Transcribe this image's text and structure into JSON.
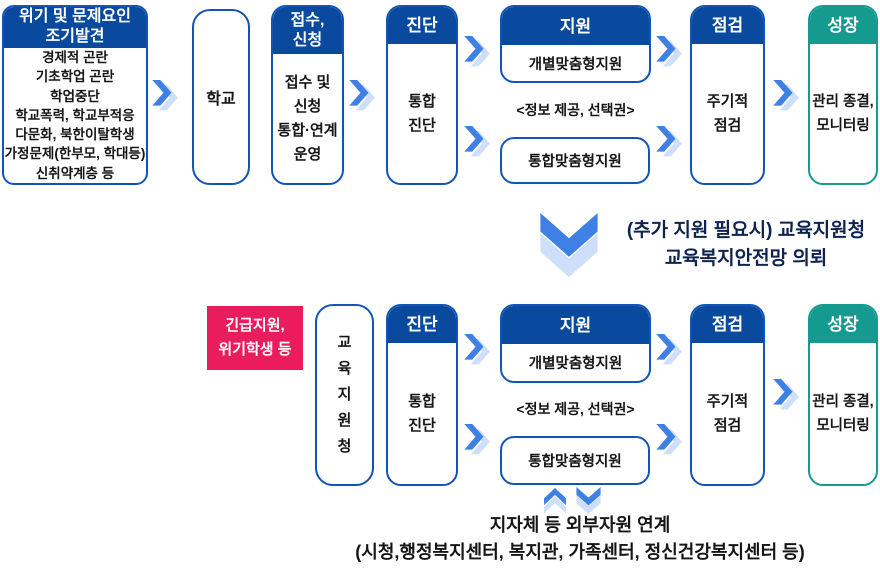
{
  "colors": {
    "header_blue": "#0a4a9e",
    "border_blue": "#1155b5",
    "teal": "#159a90",
    "pink": "#ea1c5d",
    "arrow_blue": "#3f80e4",
    "arrow_light": "#cddffa",
    "navy_text": "#0f2350"
  },
  "top_row": {
    "discovery": {
      "header": [
        "위기 및 문제요인",
        "조기발견"
      ],
      "items": [
        "경제적 곤란",
        "기초학업 곤란",
        "학업중단",
        "학교폭력, 학교부적응",
        "다문화, 북한이탈학생",
        "가정문제(한부모, 학대등)",
        "신취약계층 등"
      ]
    },
    "school": {
      "label": "학교"
    },
    "intake": {
      "header": [
        "접수,",
        "신청"
      ],
      "body": [
        "접수 및",
        "신청",
        "통합·연계",
        "운영"
      ]
    },
    "diagnosis": {
      "header": "진단",
      "body": [
        "통합",
        "진단"
      ]
    },
    "support": {
      "header": "지원",
      "individual": "개별맞춤형지원",
      "note": "<정보 제공, 선택권>",
      "integrated": "통합맞춤형지원"
    },
    "check": {
      "header": "점검",
      "body": [
        "주기적",
        "점검"
      ]
    },
    "growth": {
      "header": "성장",
      "body": [
        "관리 종결,",
        "모니터링"
      ]
    }
  },
  "mid": {
    "referral": [
      "(추가 지원 필요시) 교육지원청",
      "교육복지안전망 의뢰"
    ]
  },
  "bottom_row": {
    "emergency": {
      "lines": [
        "긴급지원,",
        "위기학생 등"
      ]
    },
    "office": {
      "chars": [
        "교",
        "육",
        "지",
        "원",
        "청"
      ]
    },
    "diagnosis": {
      "header": "진단",
      "body": [
        "통합",
        "진단"
      ]
    },
    "support": {
      "header": "지원",
      "individual": "개별맞춤형지원",
      "note": "<정보 제공, 선택권>",
      "integrated": "통합맞춤형지원"
    },
    "check": {
      "header": "점검",
      "body": [
        "주기적",
        "점검"
      ]
    },
    "growth": {
      "header": "성장",
      "body": [
        "관리 종결,",
        "모니터링"
      ]
    }
  },
  "footer": {
    "line1": "지자체 등 외부자원 연계",
    "line2": "(시청,행정복지센터, 복지관, 가족센터, 정신건강복지센터 등)"
  }
}
